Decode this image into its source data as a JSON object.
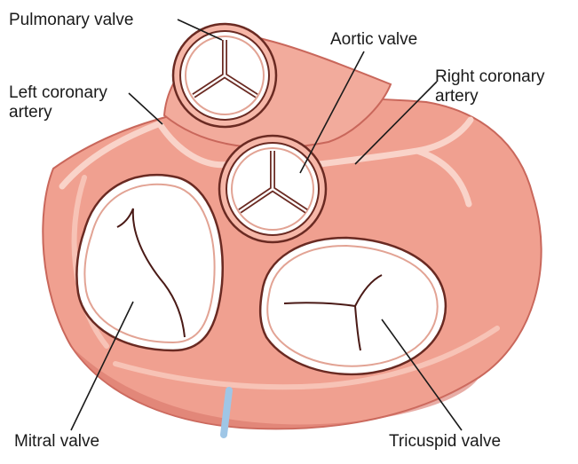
{
  "labels": {
    "pulmonary_valve": "Pulmonary valve",
    "aortic_valve": "Aortic valve",
    "right_coronary_artery_line1": "Right coronary",
    "right_coronary_artery_line2": "artery",
    "left_coronary_artery_line1": "Left coronary",
    "left_coronary_artery_line2": "artery",
    "mitral_valve": "Mitral valve",
    "tricuspid_valve": "Tricuspid valve"
  },
  "colors": {
    "tissue": "#f0a090",
    "tissue_dark": "#d9776a",
    "tissue_light": "#f7c3b6",
    "valve_fill": "#ffffff",
    "valve_outline": "#6a2a22",
    "leader_line": "#1a1a1a",
    "vessel_blue": "#9fc6e6"
  }
}
